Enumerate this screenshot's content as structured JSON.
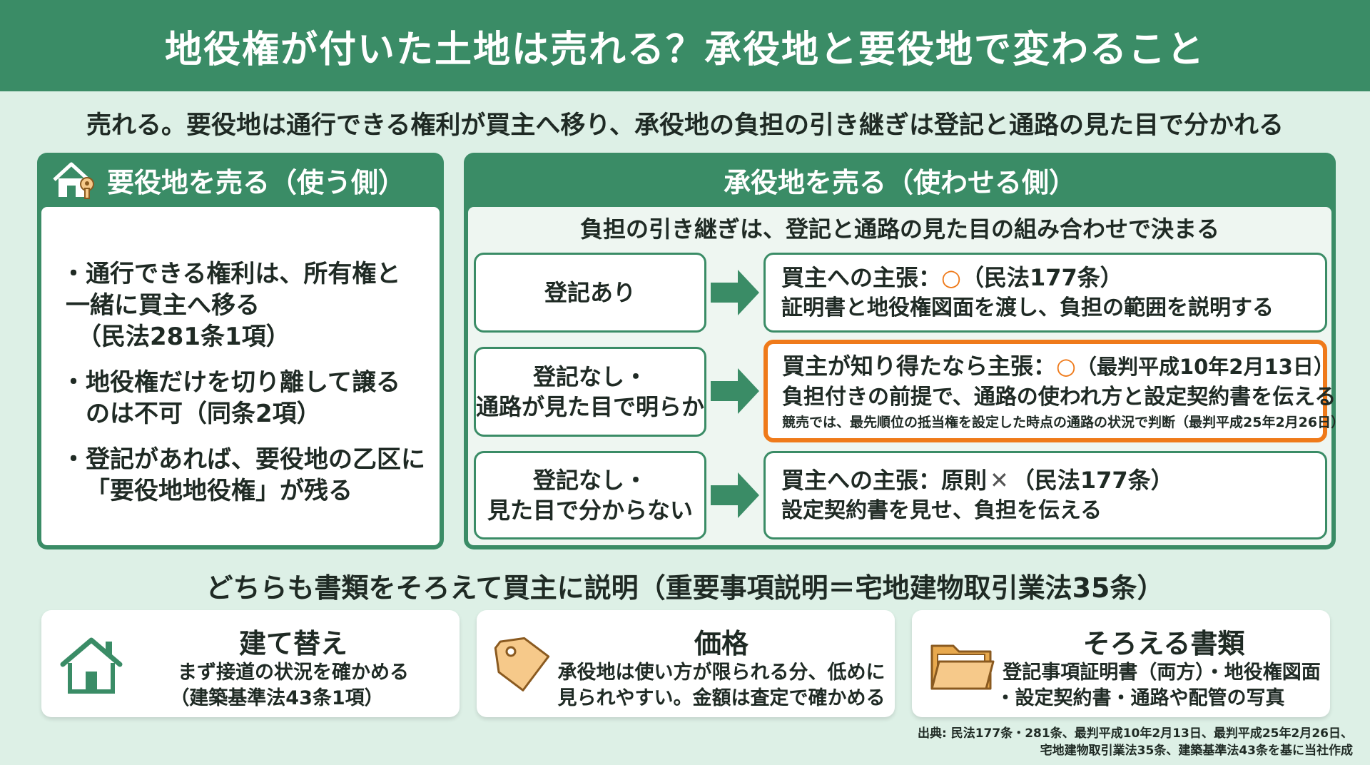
{
  "title": "地役権が付いた土地は売れる？承役地と要役地で変わること",
  "subtitle": "売れる。要役地は通行できる権利が買主へ移り、承役地の負担の引き継ぎは登記と通路の見た目で分かれる",
  "left_panel": {
    "header": "要役地を売る（使う側）",
    "icon": "house-key-icon",
    "bullets": [
      [
        "通行できる権利は、所有権と",
        "一緒に買主へ移る",
        "（民法281条1項）"
      ],
      [
        "地役権だけを切り離して譲る",
        "のは不可（同条2項）"
      ],
      [
        "登記があれば、要役地の乙区に",
        "「要役地地役権」が残る"
      ]
    ]
  },
  "right_panel": {
    "header": "承役地を売る（使わせる側）",
    "note": "負担の引き継ぎは、登記と通路の見た目の組み合わせで決まる",
    "rows": [
      {
        "condition": [
          "登記あり"
        ],
        "line1_pre": "買主への主張：",
        "mark": "○",
        "line1_post": "（民法177条）",
        "line2": "証明書と地役権図面を渡し、負担の範囲を説明する",
        "small": ""
      },
      {
        "condition": [
          "登記なし・",
          "通路が見た目で明らか"
        ],
        "line1_pre": "買主が知り得たなら主張：",
        "mark": "○",
        "line1_post": "（最判平成10年2月13日）",
        "line2": "負担付きの前提で、通路の使われ方と設定契約書を伝える",
        "small": "競売では、最先順位の抵当権を設定した時点の通路の状況で判断（最判平成25年2月26日）"
      },
      {
        "condition": [
          "登記なし・",
          "見た目で分からない"
        ],
        "line1_pre": "買主への主張：原則",
        "mark": "✕",
        "line1_post": "（民法177条）",
        "line2": "設定契約書を見せ、負担を伝える",
        "small": ""
      }
    ]
  },
  "section2": "どちらも書類をそろえて買主に説明（重要事項説明＝宅地建物取引業法35条）",
  "cards": [
    {
      "title": "建て替え",
      "icon": "house-icon",
      "lines": [
        "まず接道の状況を確かめる",
        "（建築基準法43条1項）"
      ]
    },
    {
      "title": "価格",
      "icon": "price-tag-icon",
      "lines": [
        "承役地は使い方が限られる分、低めに",
        "見られやすい。金額は査定で確かめる"
      ]
    },
    {
      "title": "そろえる書類",
      "icon": "folder-icon",
      "lines": [
        "登記事項証明書（両方）・地役権図面",
        "・設定契約書・通路や配管の写真"
      ]
    }
  ],
  "source": [
    "出典: 民法177条・281条、最判平成10年2月13日、最判平成25年2月26日、",
    "宅地建物取引業法35条、建築基準法43条を基に当社作成"
  ],
  "colors": {
    "green": "#3a8c66",
    "background": "#ddf0e6",
    "highlight": "#ef7a1a",
    "icon_fill": "#f6c98a"
  }
}
